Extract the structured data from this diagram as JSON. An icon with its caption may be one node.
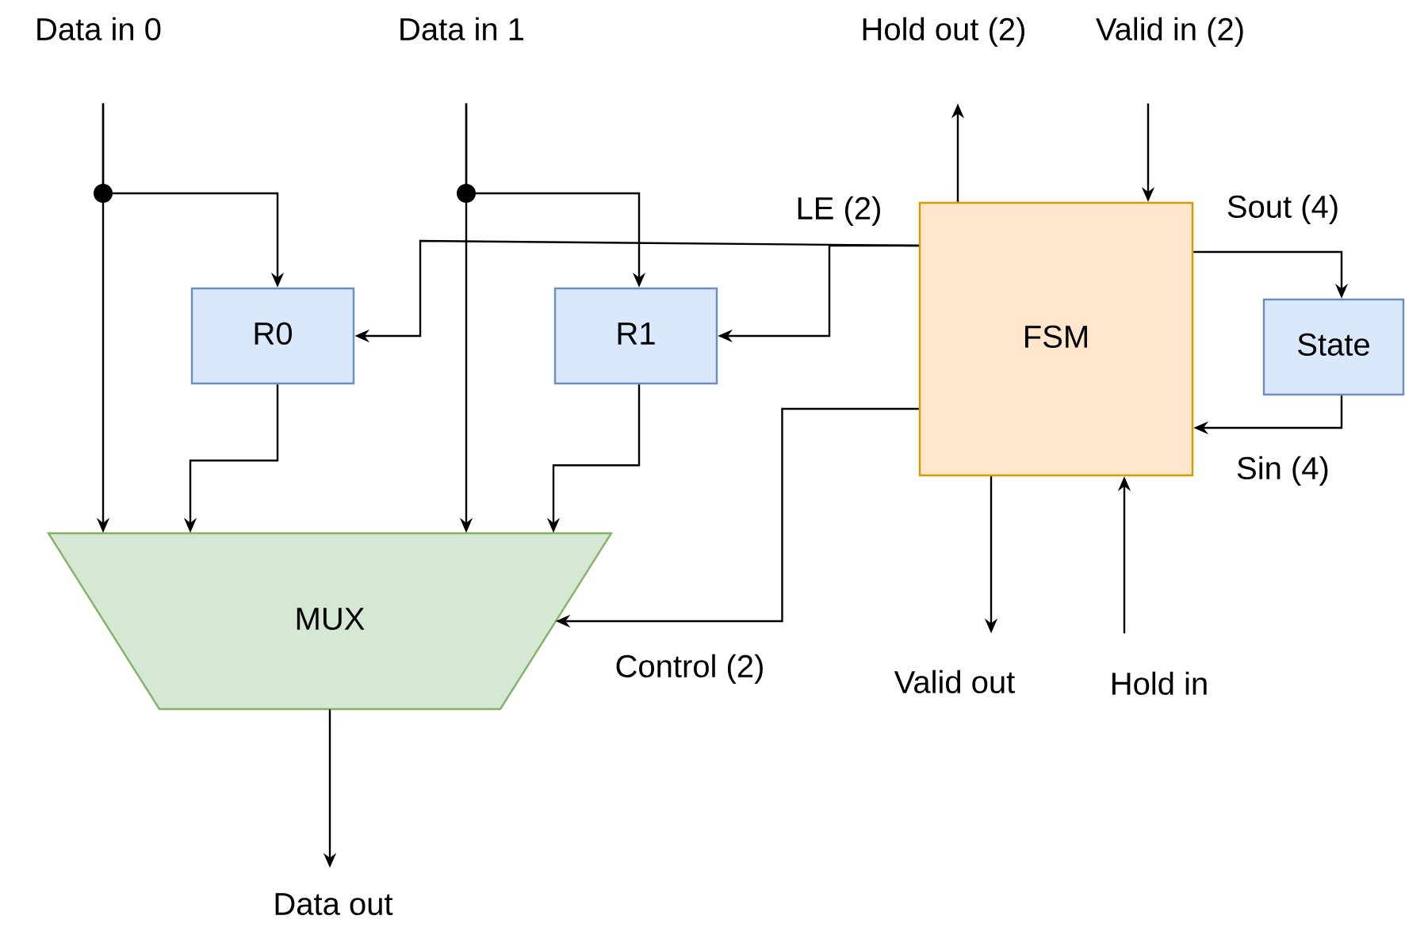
{
  "diagram": {
    "nodes": [
      {
        "text": [
          "Data in 0"
        ]
      },
      {
        "text": [
          "Data in 1"
        ]
      },
      {
        "text": [
          "Hold out (2)"
        ]
      },
      {
        "text": [
          "Valid in (2)"
        ]
      },
      {
        "text": [
          "R0"
        ]
      },
      {
        "text": [
          "R1"
        ]
      },
      {
        "text": [
          "FSM"
        ]
      },
      {
        "text": [
          "State"
        ]
      },
      {
        "text": [
          "MUX"
        ]
      },
      {
        "text": [
          "Valid out"
        ]
      },
      {
        "text": [
          "Hold in"
        ]
      },
      {
        "text": [
          "Data out"
        ]
      }
    ],
    "edges": [
      {
        "from": 0,
        "to": 8,
        "arrow": "to"
      },
      {
        "from": 0,
        "to": 4,
        "arrow": "to"
      },
      {
        "from": 1,
        "to": 8,
        "arrow": "to"
      },
      {
        "from": 1,
        "to": 5,
        "arrow": "to"
      },
      {
        "from": 4,
        "to": 8,
        "arrow": "to"
      },
      {
        "from": 5,
        "to": 8,
        "arrow": "to"
      },
      {
        "from": 6,
        "to": 2,
        "arrow": "to"
      },
      {
        "from": 3,
        "to": 6,
        "arrow": "to"
      },
      {
        "from": 6,
        "to": 4,
        "arrow": "to",
        "label": "LE (2)"
      },
      {
        "from": 6,
        "to": 5,
        "arrow": "to"
      },
      {
        "from": 6,
        "to": 7,
        "arrow": "to",
        "label": "Sout (4)"
      },
      {
        "from": 7,
        "to": 6,
        "arrow": "to",
        "label": "Sin (4)"
      },
      {
        "from": 6,
        "to": 8,
        "arrow": "to",
        "label": "Control (2)"
      },
      {
        "from": 6,
        "to": 9,
        "arrow": "to"
      },
      {
        "from": 10,
        "to": 6,
        "arrow": "to"
      },
      {
        "from": 8,
        "to": 11,
        "arrow": "to"
      }
    ]
  }
}
